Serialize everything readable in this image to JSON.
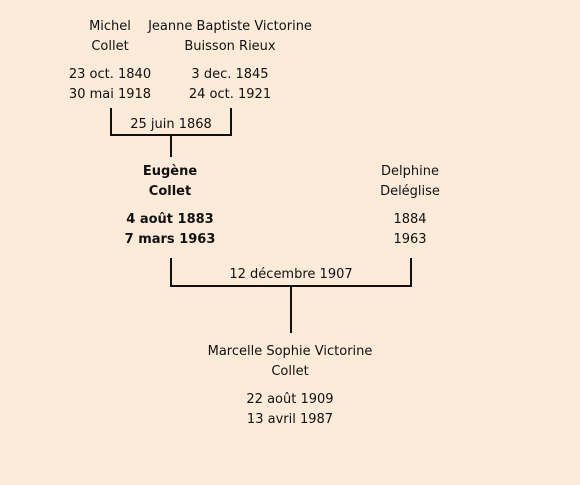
{
  "grandparents": {
    "father": {
      "first_name": "Michel",
      "last_name": "Collet",
      "birth": "23 oct. 1840",
      "death": "30 mai 1918"
    },
    "mother": {
      "first_name": "Jeanne Baptiste Victorine",
      "last_name": "Buisson Rieux",
      "birth": "3 dec. 1845",
      "death": "24 oct. 1921"
    },
    "marriage_date": "25 juin 1868"
  },
  "parents": {
    "father": {
      "first_name": "Eugène",
      "last_name": "Collet",
      "birth": "4 août 1883",
      "death": "7 mars 1963"
    },
    "mother": {
      "first_name": "Delphine",
      "last_name": "Deléglise",
      "birth": "1884",
      "death": "1963"
    },
    "marriage_date": "12 décembre 1907"
  },
  "child": {
    "first_name": "Marcelle Sophie Victorine",
    "last_name": "Collet",
    "birth": "22 août 1909",
    "death": "13 avril 1987"
  }
}
